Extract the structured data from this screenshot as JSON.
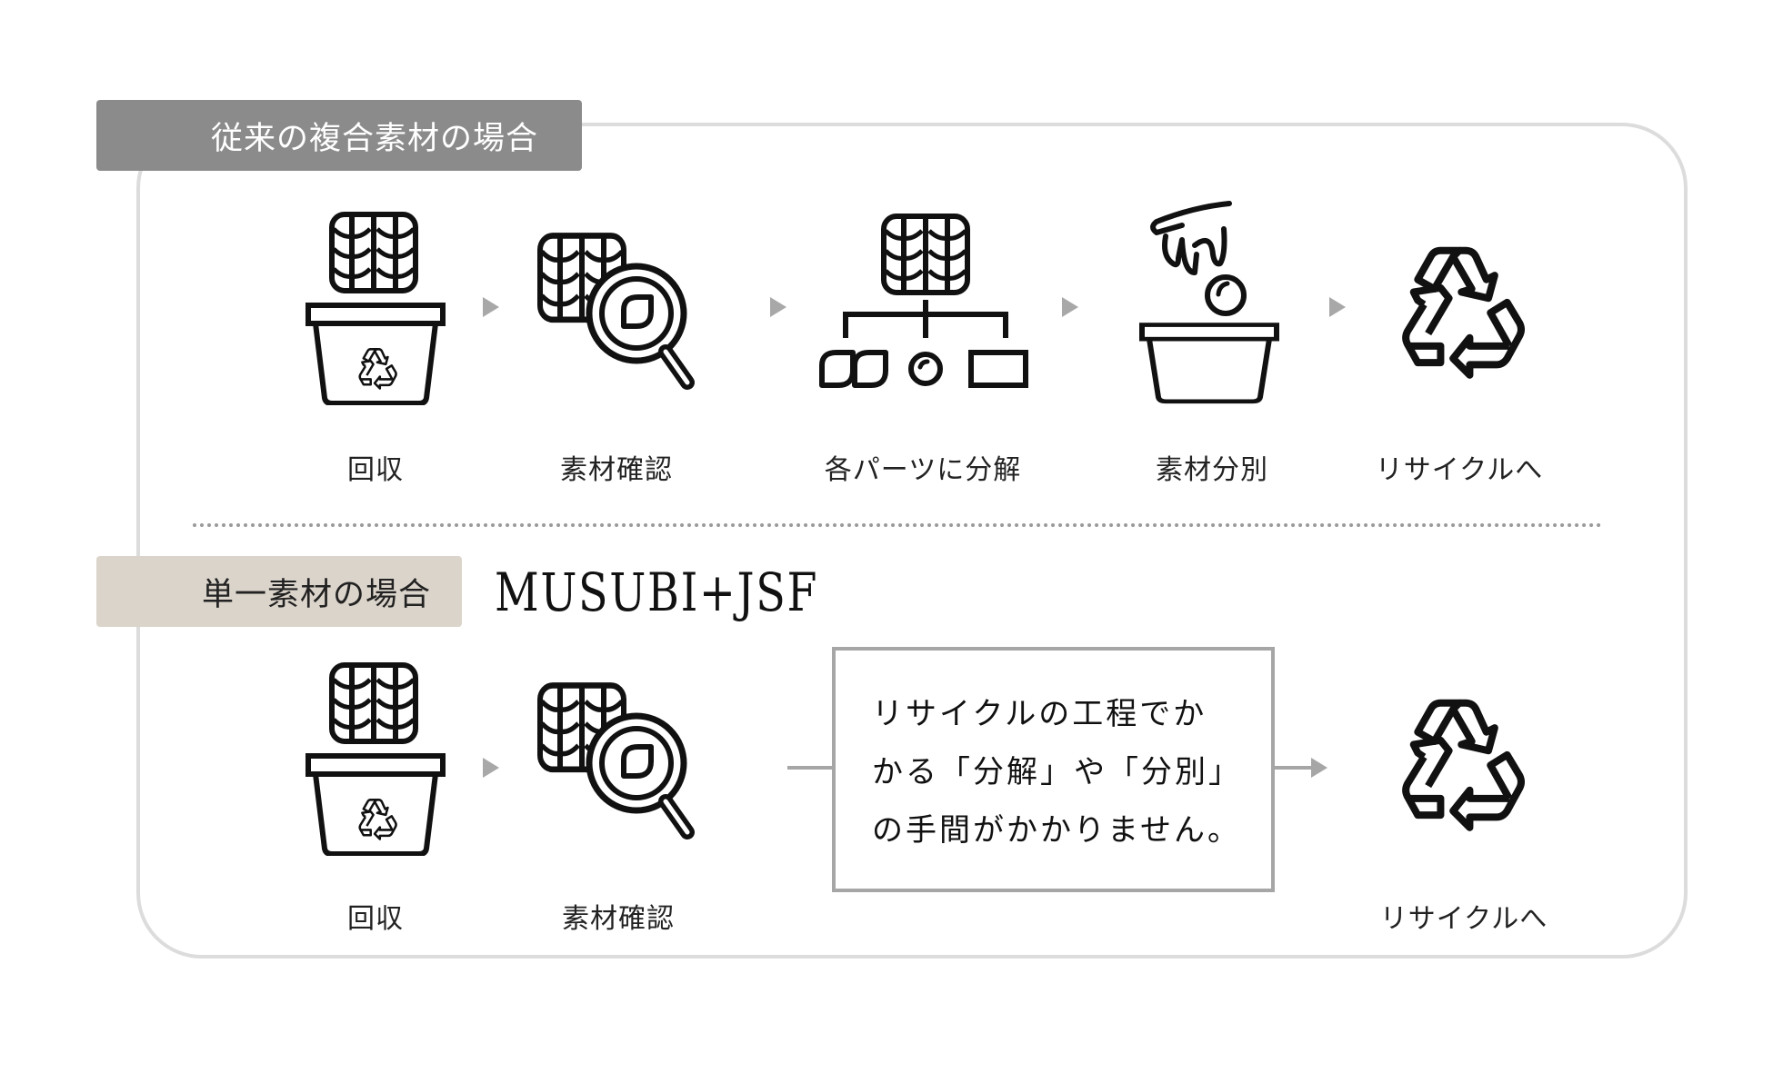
{
  "sections": {
    "conventional": {
      "tag": "従来の複合素材の場合",
      "tag_color": "#8b8b8b",
      "steps": [
        {
          "icon": "wheat-bin-icon",
          "label": "回収"
        },
        {
          "icon": "wheat-magnifier-icon",
          "label": "素材確認"
        },
        {
          "icon": "wheat-parts-tree-icon",
          "label": "各パーツに分解"
        },
        {
          "icon": "hand-drop-bin-icon",
          "label": "素材分別"
        },
        {
          "icon": "recycle-icon",
          "label": "リサイクルへ"
        }
      ]
    },
    "single": {
      "tag": "単一素材の場合",
      "tag_color": "#dbd4cb",
      "brand": "MUSUBI+JSF",
      "steps": [
        {
          "icon": "wheat-bin-icon",
          "label": "回収"
        },
        {
          "icon": "wheat-magnifier-icon",
          "label": "素材確認"
        },
        {
          "icon": "recycle-icon",
          "label": "リサイクルへ"
        }
      ],
      "note_lines": [
        "リサイクルの工程でか",
        "かる「分解」や「分別」",
        "の手間がかかりません。"
      ]
    }
  },
  "colors": {
    "frame": "#dcdcdc",
    "arrow": "#a8a8a8",
    "box_border": "#a6a6a6"
  }
}
